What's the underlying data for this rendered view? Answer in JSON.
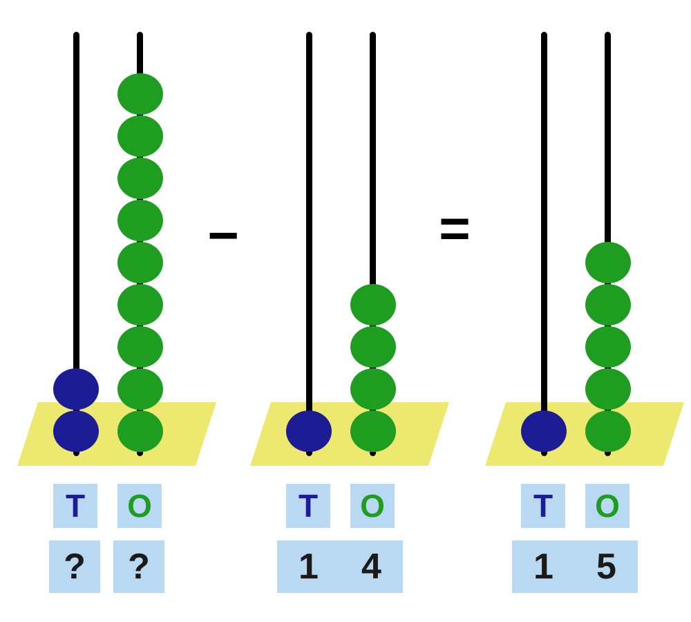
{
  "title": "abacus-subtraction-worksheet",
  "equation": {
    "minus": "−",
    "equals": "="
  },
  "colors": {
    "tens_bead": "#1c1c94",
    "ones_bead": "#1f9d20",
    "base": "#ece870",
    "label_box": "#b9d8f2",
    "rod": "#000000",
    "value_text": "#1a1a1a"
  },
  "abaci": [
    {
      "role": "minuend",
      "tens_beads": 2,
      "ones_beads": 9,
      "tens_label": "T",
      "ones_label": "O",
      "tens_value": "?",
      "ones_value": "?",
      "split_value_boxes": true
    },
    {
      "role": "subtrahend",
      "tens_beads": 1,
      "ones_beads": 4,
      "tens_label": "T",
      "ones_label": "O",
      "tens_value": "1",
      "ones_value": "4",
      "split_value_boxes": false
    },
    {
      "role": "result",
      "tens_beads": 1,
      "ones_beads": 5,
      "tens_label": "T",
      "ones_label": "O",
      "tens_value": "1",
      "ones_value": "5",
      "split_value_boxes": false
    }
  ]
}
